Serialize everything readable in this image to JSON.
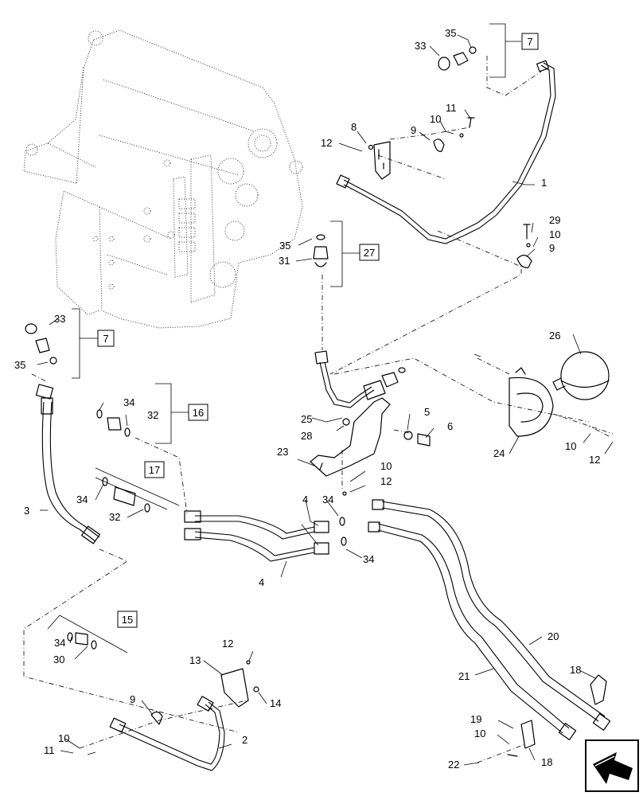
{
  "callouts": [
    {
      "id": "c1",
      "text": "1"
    },
    {
      "id": "c2",
      "text": "2"
    },
    {
      "id": "c3",
      "text": "3"
    },
    {
      "id": "c4a",
      "text": "4"
    },
    {
      "id": "c4b",
      "text": "4"
    },
    {
      "id": "c5",
      "text": "5"
    },
    {
      "id": "c6",
      "text": "6"
    },
    {
      "id": "c8",
      "text": "8"
    },
    {
      "id": "c9a",
      "text": "9"
    },
    {
      "id": "c9b",
      "text": "9"
    },
    {
      "id": "c9c",
      "text": "9"
    },
    {
      "id": "c10a",
      "text": "10"
    },
    {
      "id": "c10b",
      "text": "10"
    },
    {
      "id": "c10c",
      "text": "10"
    },
    {
      "id": "c10d",
      "text": "10"
    },
    {
      "id": "c10e",
      "text": "10"
    },
    {
      "id": "c10f",
      "text": "10"
    },
    {
      "id": "c11a",
      "text": "11"
    },
    {
      "id": "c11b",
      "text": "11"
    },
    {
      "id": "c12a",
      "text": "12"
    },
    {
      "id": "c12b",
      "text": "12"
    },
    {
      "id": "c12c",
      "text": "12"
    },
    {
      "id": "c12d",
      "text": "12"
    },
    {
      "id": "c13",
      "text": "13"
    },
    {
      "id": "c14",
      "text": "14"
    },
    {
      "id": "c18a",
      "text": "18"
    },
    {
      "id": "c18b",
      "text": "18"
    },
    {
      "id": "c19",
      "text": "19"
    },
    {
      "id": "c20",
      "text": "20"
    },
    {
      "id": "c21",
      "text": "21"
    },
    {
      "id": "c22",
      "text": "22"
    },
    {
      "id": "c23",
      "text": "23"
    },
    {
      "id": "c24",
      "text": "24"
    },
    {
      "id": "c25",
      "text": "25"
    },
    {
      "id": "c26",
      "text": "26"
    },
    {
      "id": "c28",
      "text": "28"
    },
    {
      "id": "c29",
      "text": "29"
    },
    {
      "id": "c30",
      "text": "30"
    },
    {
      "id": "c31",
      "text": "31"
    },
    {
      "id": "c32a",
      "text": "32"
    },
    {
      "id": "c32b",
      "text": "32"
    },
    {
      "id": "c33a",
      "text": "33"
    },
    {
      "id": "c33b",
      "text": "33"
    },
    {
      "id": "c34a",
      "text": "34"
    },
    {
      "id": "c34b",
      "text": "34"
    },
    {
      "id": "c34c",
      "text": "34"
    },
    {
      "id": "c34d",
      "text": "34"
    },
    {
      "id": "c34e",
      "text": "34"
    },
    {
      "id": "c35a",
      "text": "35"
    },
    {
      "id": "c35b",
      "text": "35"
    },
    {
      "id": "c35c",
      "text": "35"
    }
  ],
  "kit_boxes": [
    {
      "id": "k7a",
      "text": "7"
    },
    {
      "id": "k7b",
      "text": "7"
    },
    {
      "id": "k27",
      "text": "27"
    },
    {
      "id": "k16",
      "text": "16"
    },
    {
      "id": "k17",
      "text": "17"
    },
    {
      "id": "k15",
      "text": "15"
    }
  ],
  "icons": {
    "nav": "forward-arrow-icon",
    "transmission": "transmission-housing-icon",
    "accumulator": "accumulator-sphere-icon"
  }
}
